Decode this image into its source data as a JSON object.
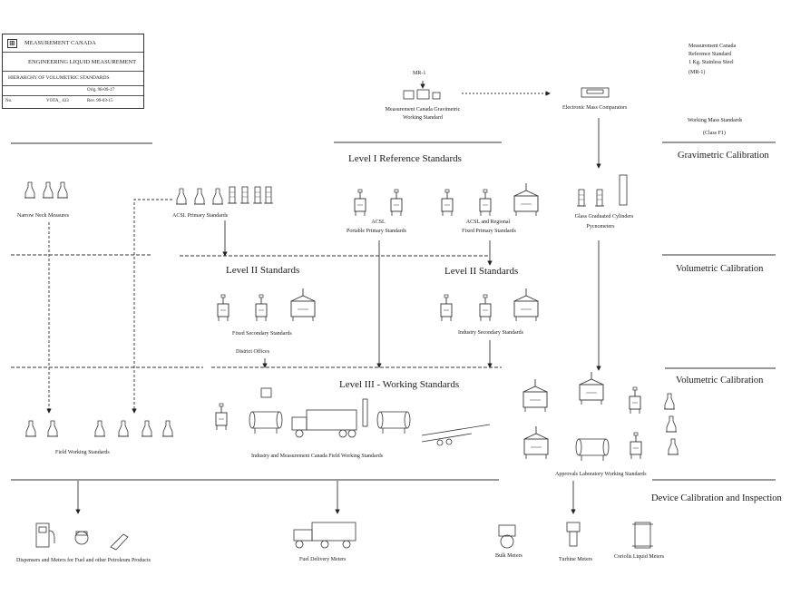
{
  "title_block": {
    "org": "MEASUREMENT CANADA",
    "dept": "ENGINEERING   LIQUID MEASUREMENT",
    "doc_title": "HIERARCHY OF VOLUMETRIC STANDARDS",
    "orig": "Orig. 98-09-17",
    "no_label": "No.",
    "no_value": "VOTA_ 433",
    "rev": "Rev. 99-03-15"
  },
  "top": {
    "mr1_label": "MR-1",
    "working_standard": [
      "Measurement Canada Gravimetric",
      "Working Standard"
    ],
    "comparators": "Electronic Mass Comparators",
    "reference_note": [
      "Measurement Canada",
      "Reference Standard",
      "1 Kg. Stainless Steel",
      "(MR-1)"
    ],
    "working_mass": [
      "Working Mass Standards",
      "(Class F1)"
    ]
  },
  "levels": {
    "level1": "Level I Reference Standards",
    "level2_left": "Level II Standards",
    "level2_right": "Level II Standards",
    "level3": "Level III - Working Standards"
  },
  "calibration": {
    "gravimetric": "Gravimetric Calibration",
    "volumetric_1": "Volumetric Calibration",
    "volumetric_2": "Volumetric Calibration",
    "device": "Device Calibration and Inspection"
  },
  "level1_items": {
    "narrow_neck": "Narrow Neck Measures",
    "acsl_primary": "ACSL Primary Standards",
    "portable": [
      "ACSL",
      "Portable Primary Standards"
    ],
    "fixed": [
      "ACSL and Regional",
      "Fixed Primary Standards"
    ],
    "glass": [
      "Glass Graduated Cylinders",
      "Pycnometers"
    ]
  },
  "level2_items": {
    "fixed_secondary": "Fixed Secondary Standards",
    "district": "District Offices",
    "industry_secondary": "Industry Secondary Standards"
  },
  "level3_items": {
    "field_working": "Field Working Standards",
    "industry_field": "Industry and Measurement Canada Field Working Standards",
    "approvals": "Approvals Laboratory Working Standards"
  },
  "devices": {
    "dispensers": "Dispensers and Meters for Fuel and other Petroleum Products",
    "fuel_delivery": "Fuel Delivery Meters",
    "bulk": "Bulk Meters",
    "turbine": "Turbine Meters",
    "coriolis": "Coriolis Liquid Meters"
  }
}
